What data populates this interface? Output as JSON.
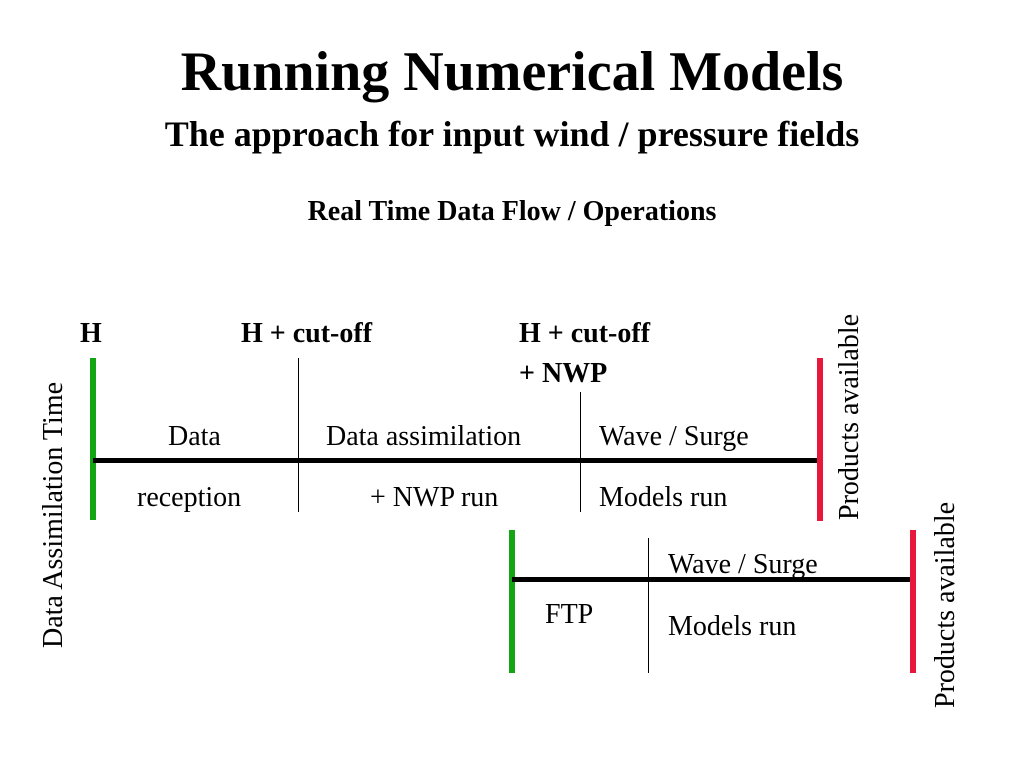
{
  "title": "Running Numerical Models",
  "subtitle": "The approach for input wind / pressure fields",
  "heading": "Real Time Data Flow / Operations",
  "side_label": "Data Assimilation Time",
  "markers": {
    "h": "H",
    "h_cutoff": "H + cut-off",
    "h_cutoff_nwp_line1": "H + cut-off",
    "h_cutoff_nwp_line2": "+ NWP"
  },
  "timeline1": {
    "seg1_top": "Data",
    "seg1_bottom": "reception",
    "seg2_top": "Data assimilation",
    "seg2_bottom": "+ NWP run",
    "seg3_top": "Wave / Surge",
    "seg3_bottom": "Models run",
    "end_label": "Products available"
  },
  "timeline2": {
    "seg1": "FTP",
    "seg2_top": "Wave / Surge",
    "seg2_bottom": "Models run",
    "end_label": "Products available"
  },
  "colors": {
    "start": "#14a514",
    "end": "#e8173c",
    "axis": "#000000"
  }
}
